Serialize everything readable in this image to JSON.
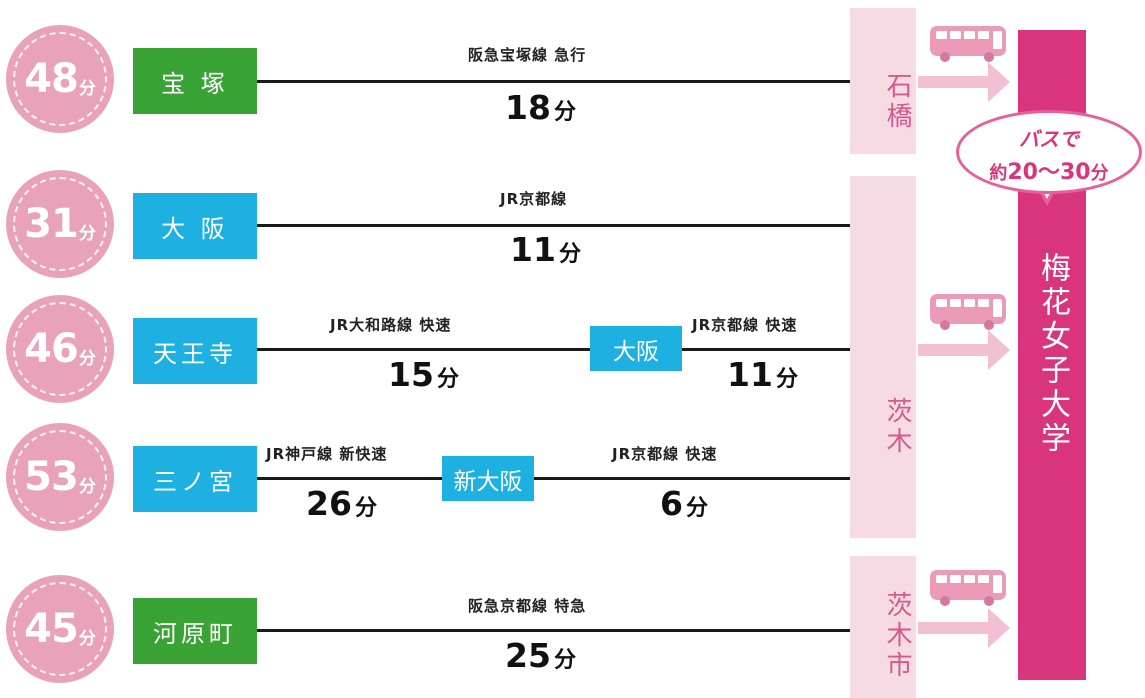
{
  "routes": [
    {
      "total": {
        "num": "48",
        "unit": "分"
      },
      "origin": "宝 塚",
      "line1": "阪急宝塚線 急行",
      "time1": {
        "num": "18",
        "unit": "分"
      }
    },
    {
      "total": {
        "num": "31",
        "unit": "分"
      },
      "origin": "大 阪",
      "line1": "JR京都線",
      "time1": {
        "num": "11",
        "unit": "分"
      }
    },
    {
      "total": {
        "num": "46",
        "unit": "分"
      },
      "origin": "天王寺",
      "line1": "JR大和路線 快速",
      "time1": {
        "num": "15",
        "unit": "分"
      },
      "transfer": "大阪",
      "line2": "JR京都線 快速",
      "time2": {
        "num": "11",
        "unit": "分"
      }
    },
    {
      "total": {
        "num": "53",
        "unit": "分"
      },
      "origin": "三ノ宮",
      "line1": "JR神戸線 新快速",
      "time1": {
        "num": "26",
        "unit": "分"
      },
      "transfer": "新大阪",
      "line2": "JR京都線 快速",
      "time2": {
        "num": "6",
        "unit": "分"
      }
    },
    {
      "total": {
        "num": "45",
        "unit": "分"
      },
      "origin": "河原町",
      "line1": "阪急京都線 特急",
      "time1": {
        "num": "25",
        "unit": "分"
      }
    }
  ],
  "stations": [
    "石橋",
    "茨木",
    "茨木市"
  ],
  "university": "梅花女子大学",
  "bubble": {
    "line1": "バスで",
    "prefix": "約",
    "range": "20～30",
    "unit": "分"
  },
  "colors": {
    "circle": "#e8a3bb",
    "hankyu_green": "#3aa335",
    "jr_blue": "#1fb0e2",
    "station_pink": "#f6dbe5",
    "university_magenta": "#d9357d"
  },
  "icons": [
    "bus-icon",
    "arrow-right-icon"
  ]
}
